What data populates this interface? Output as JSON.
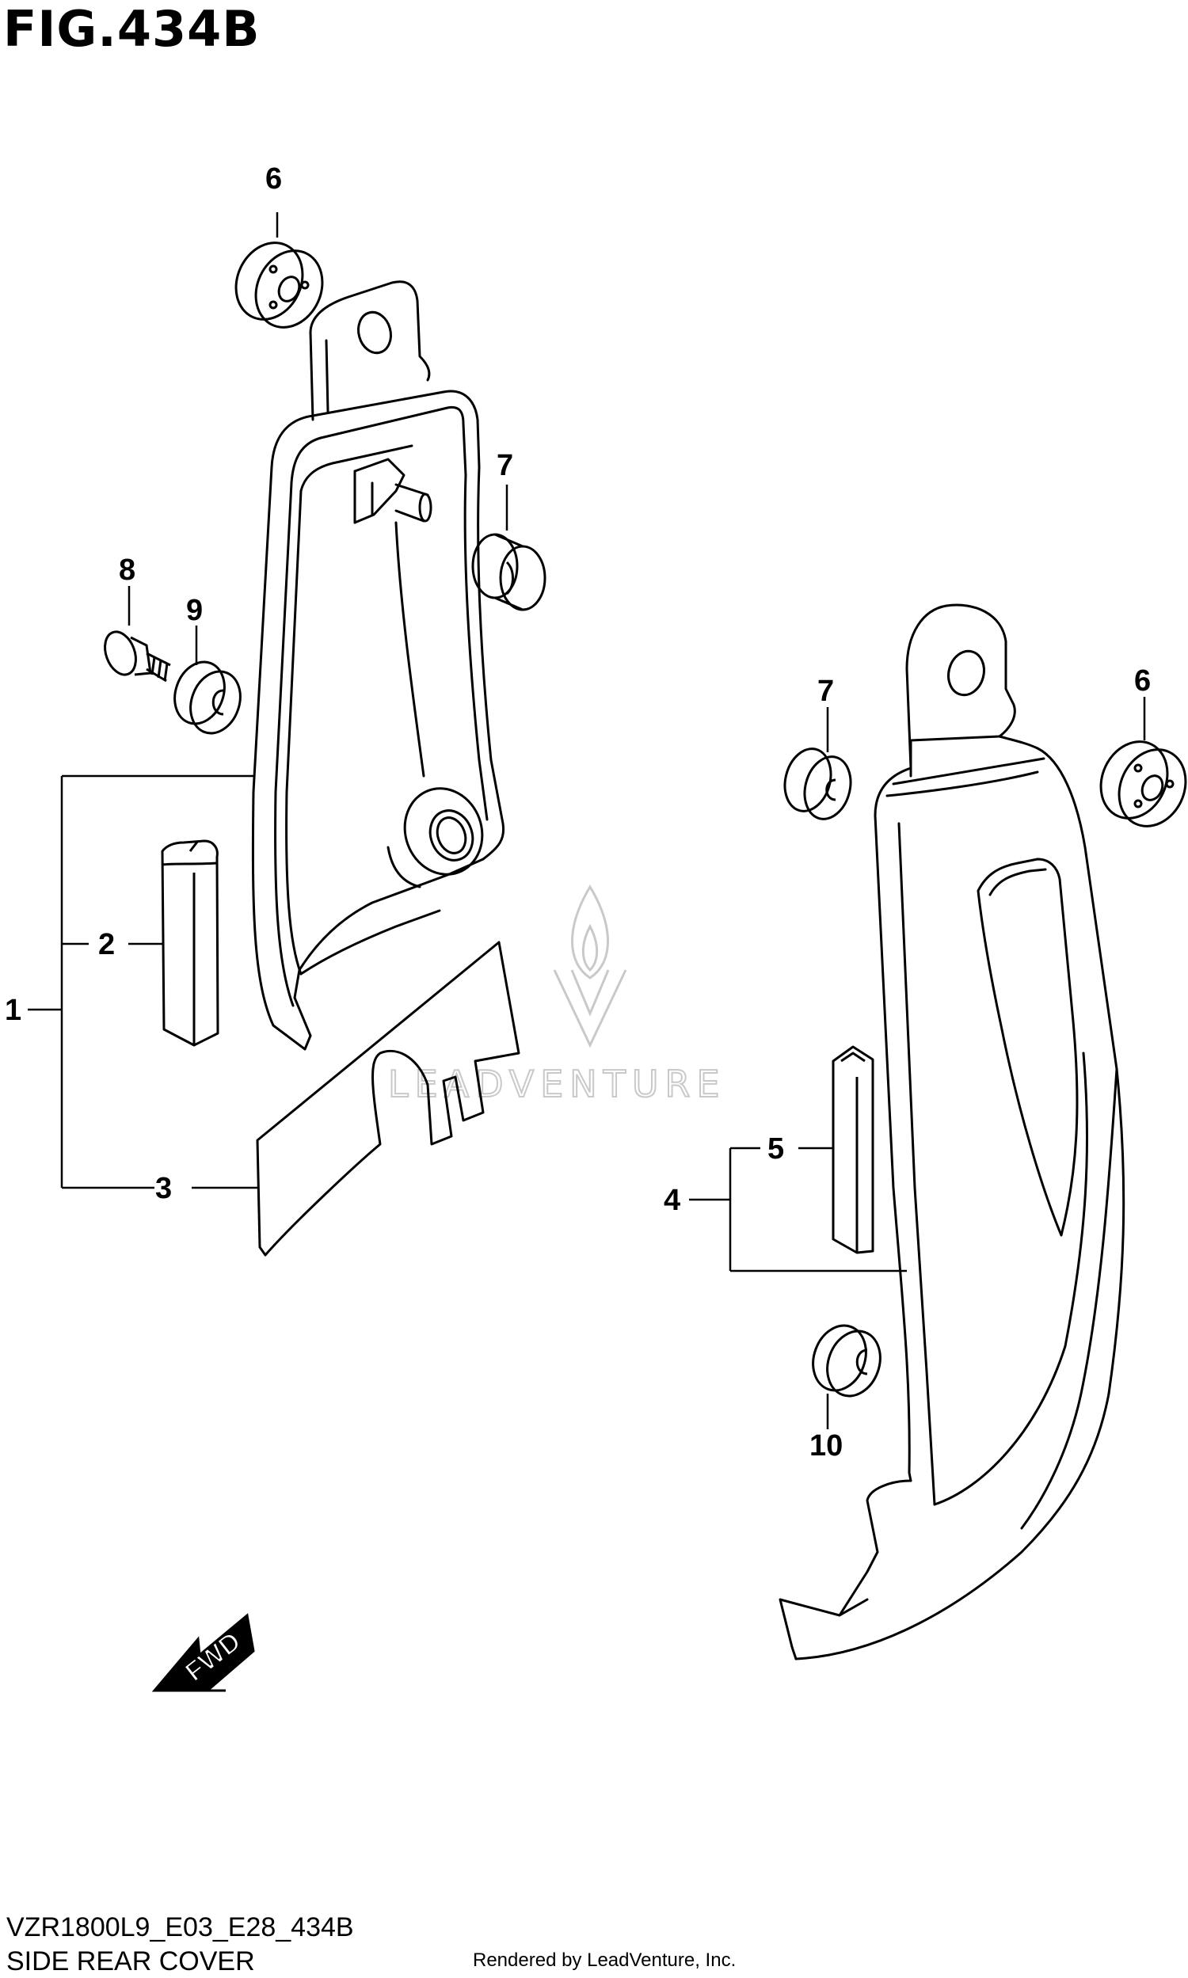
{
  "header": {
    "title": "FIG.434B"
  },
  "footer": {
    "diagram_code": "VZR1800L9_E03_E28_434B",
    "caption": "SIDE REAR COVER",
    "rendered_by": "Rendered by LeadVenture, Inc."
  },
  "watermark": {
    "text": "LEADVENTURE"
  },
  "arrow": {
    "label": "FWD"
  },
  "callouts": {
    "c1": "1",
    "c2": "2",
    "c3": "3",
    "c4": "4",
    "c5": "5",
    "c6a": "6",
    "c6b": "6",
    "c7a": "7",
    "c7b": "7",
    "c8": "8",
    "c9": "9",
    "c10": "10"
  },
  "colors": {
    "line": "#000000",
    "watermark": "#c9c9c9"
  }
}
